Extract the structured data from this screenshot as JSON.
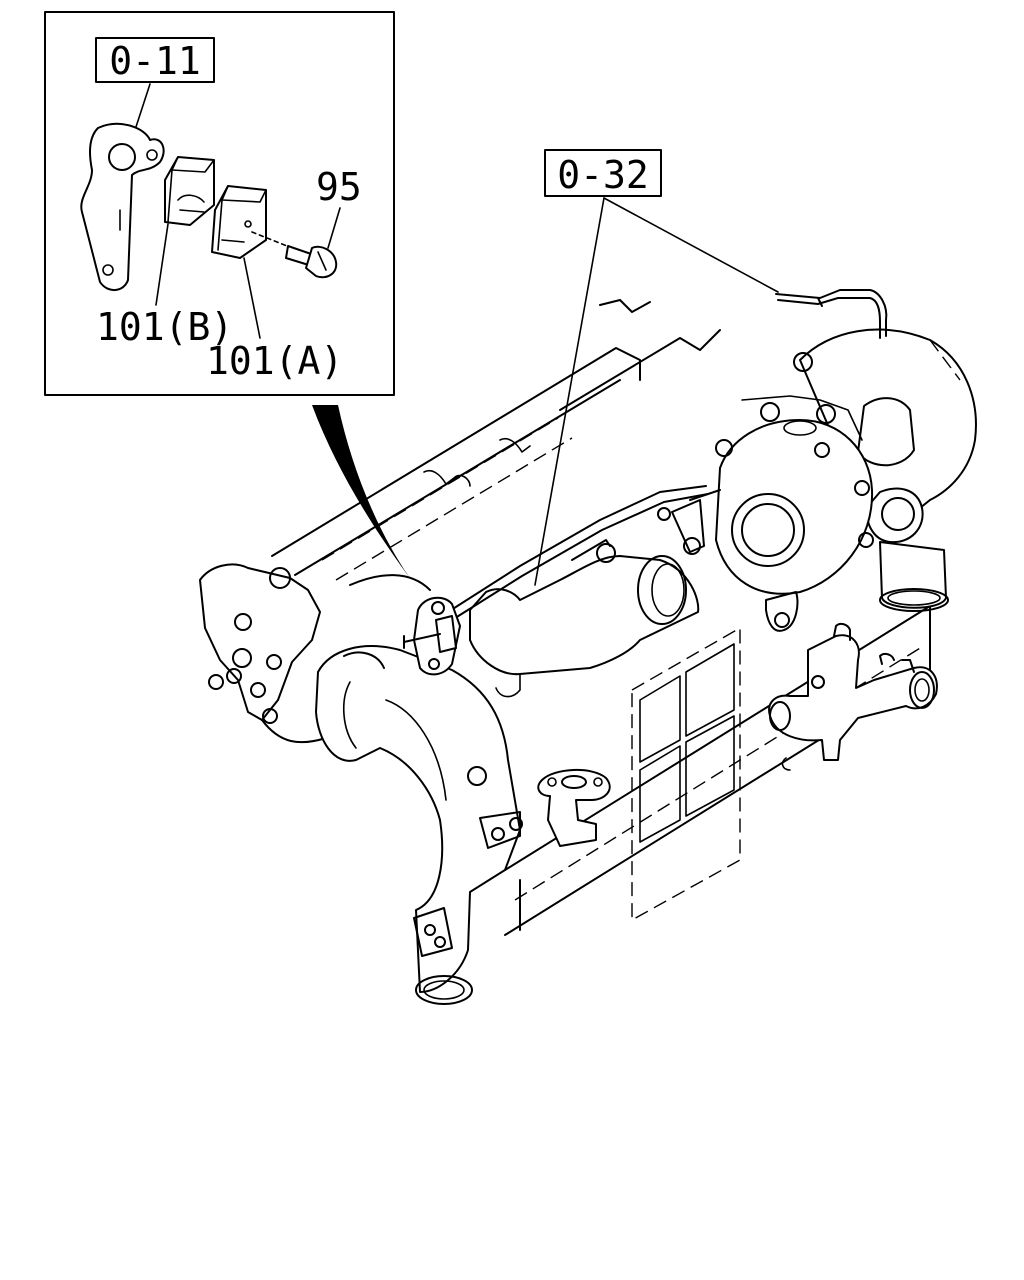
{
  "labels": {
    "ref_upper_left": "0-11",
    "ref_right": "0-32",
    "part_bolt": "95",
    "part_clip_b": "101(B)",
    "part_clip_a": "101(A)"
  }
}
